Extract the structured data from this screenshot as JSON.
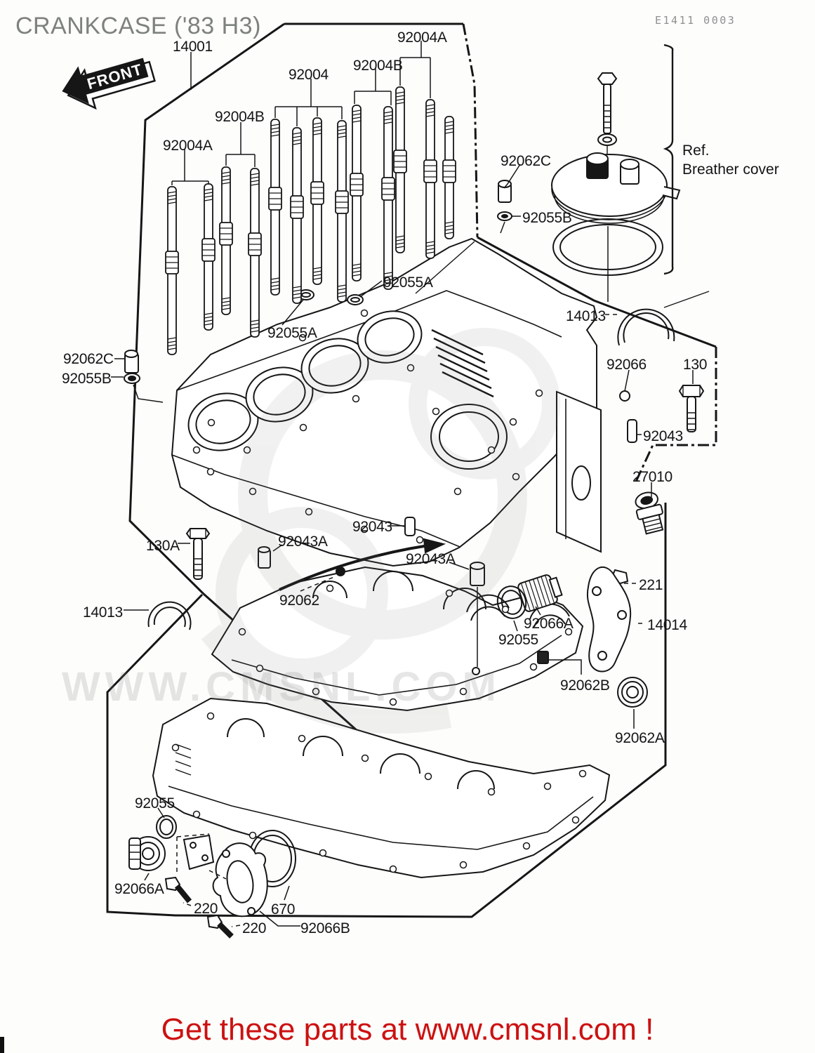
{
  "header": {
    "title": "CRANKCASE ('83 H3)",
    "drawing_code": "E1411 0003",
    "front_badge": "FRONT"
  },
  "ref_note": {
    "line1": "Ref.",
    "line2": "Breather cover"
  },
  "labels": [
    {
      "id": "14001",
      "text": "14001"
    },
    {
      "id": "92004A-top",
      "text": "92004A"
    },
    {
      "id": "92004B-top",
      "text": "92004B"
    },
    {
      "id": "92004",
      "text": "92004"
    },
    {
      "id": "92004B-left",
      "text": "92004B"
    },
    {
      "id": "92004A-left",
      "text": "92004A"
    },
    {
      "id": "92062C-right",
      "text": "92062C"
    },
    {
      "id": "92055B-right",
      "text": "92055B"
    },
    {
      "id": "92055A-upper",
      "text": "92055A"
    },
    {
      "id": "92055A-lower",
      "text": "92055A"
    },
    {
      "id": "14013-right",
      "text": "14013"
    },
    {
      "id": "92066",
      "text": "92066"
    },
    {
      "id": "130",
      "text": "130"
    },
    {
      "id": "92062C-left",
      "text": "92062C"
    },
    {
      "id": "92055B-left",
      "text": "92055B"
    },
    {
      "id": "92043-right",
      "text": "92043"
    },
    {
      "id": "27010",
      "text": "27010"
    },
    {
      "id": "92043-center",
      "text": "92043"
    },
    {
      "id": "92043A-left",
      "text": "92043A"
    },
    {
      "id": "130A",
      "text": "130A"
    },
    {
      "id": "92043A-right",
      "text": "92043A"
    },
    {
      "id": "221",
      "text": "221"
    },
    {
      "id": "92062",
      "text": "92062"
    },
    {
      "id": "14013-left",
      "text": "14013"
    },
    {
      "id": "92066A-center",
      "text": "92066A"
    },
    {
      "id": "14014",
      "text": "14014"
    },
    {
      "id": "92055-center",
      "text": "92055"
    },
    {
      "id": "92062B",
      "text": "92062B"
    },
    {
      "id": "92062A",
      "text": "92062A"
    },
    {
      "id": "92055-bottom",
      "text": "92055"
    },
    {
      "id": "92066A-bottom",
      "text": "92066A"
    },
    {
      "id": "220-a",
      "text": "220"
    },
    {
      "id": "670",
      "text": "670"
    },
    {
      "id": "220-b",
      "text": "220"
    },
    {
      "id": "92066B",
      "text": "92066B"
    }
  ],
  "watermark": {
    "url_text": "WWW.CMSNL.COM"
  },
  "footer": {
    "banner": "Get these parts at www.cmsnl.com !"
  },
  "colors": {
    "banner_red": "#cc1111",
    "line_black": "#161616",
    "title_gray": "#7d827d",
    "watermark_gray": "#777777"
  }
}
